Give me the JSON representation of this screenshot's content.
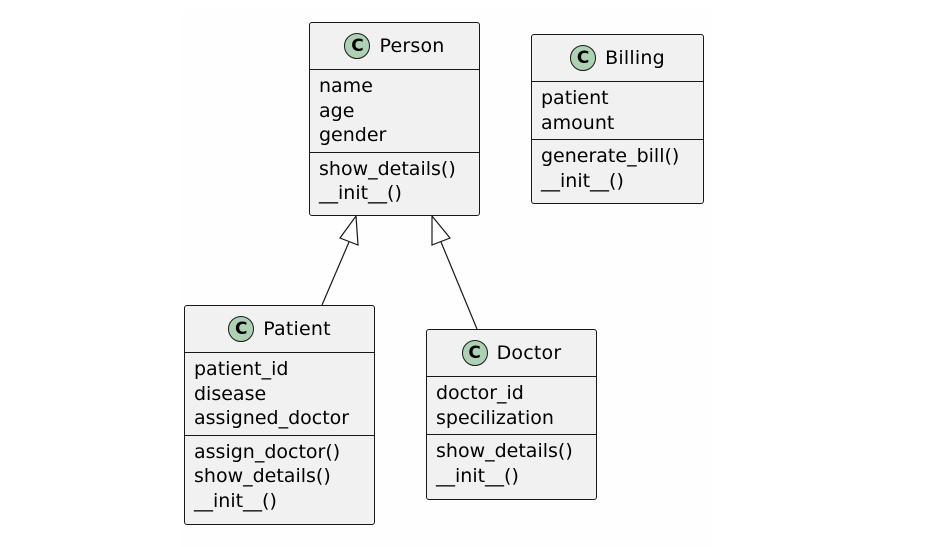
{
  "diagram": {
    "classes": {
      "person": {
        "icon": "C",
        "name": "Person",
        "attributes": [
          "name",
          "age",
          "gender"
        ],
        "methods": [
          "show_details()",
          "__init__()"
        ]
      },
      "billing": {
        "icon": "C",
        "name": "Billing",
        "attributes": [
          "patient",
          "amount"
        ],
        "methods": [
          "generate_bill()",
          "__init__()"
        ]
      },
      "patient": {
        "icon": "C",
        "name": "Patient",
        "attributes": [
          "patient_id",
          "disease",
          "assigned_doctor"
        ],
        "methods": [
          "assign_doctor()",
          "show_details()",
          "__init__()"
        ]
      },
      "doctor": {
        "icon": "C",
        "name": "Doctor",
        "attributes": [
          "doctor_id",
          "specilization"
        ],
        "methods": [
          "show_details()",
          "__init__()"
        ]
      }
    },
    "relations": [
      {
        "type": "inheritance",
        "from": "Patient",
        "to": "Person"
      },
      {
        "type": "inheritance",
        "from": "Doctor",
        "to": "Person"
      }
    ],
    "colors": {
      "class_fill": "#f1f1f1",
      "class_border": "#181818",
      "icon_fill": "#add1b2",
      "edge": "#181818"
    }
  }
}
